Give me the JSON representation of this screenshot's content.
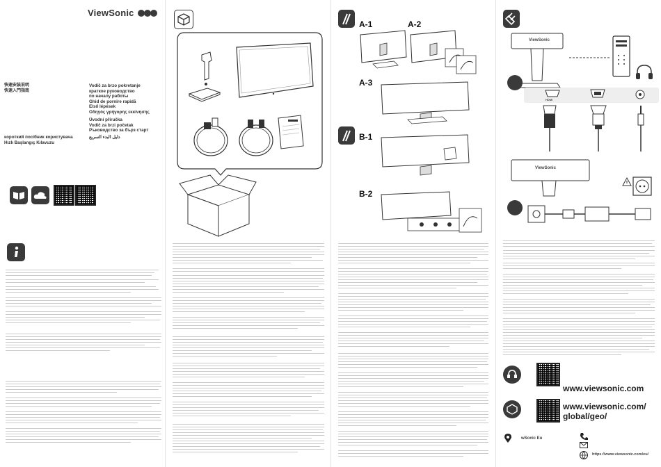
{
  "brand": "ViewSonic",
  "panel1": {
    "titles_left": [
      "快速安装说明",
      "快速入門指南"
    ],
    "titles_right": [
      "Vodič za brzo pokretanje",
      "краткое руководство",
      "по началу работы",
      "Ghid de pornire rapidă",
      "Első lépések",
      "Οδηγός γρήγορης εκκίνησης",
      "Úvodní příručka",
      "Vodič za brzi početak",
      "Ръководство за бърз старт"
    ],
    "titles_bottom": [
      "короткий посібник користувача",
      "Hızlı Başlangıç Kılavuzu"
    ],
    "title_arabic": "دليل البدء السريع"
  },
  "panel3": {
    "step_a1": "A-1",
    "step_a2": "A-2",
    "step_a3": "A-3",
    "step_b1": "B-1",
    "step_b2": "B-2"
  },
  "panel4": {
    "monitor_brand": "ViewSonic",
    "port_hdmi": "HDMI",
    "url_main": "www.viewsonic.com",
    "url_geo_1": "www.viewsonic.com/",
    "url_geo_2": "global/geo/",
    "footer_location": "wSonic Eu",
    "footer_url": "https://www.viewsonic.com/eu/"
  },
  "colors": {
    "dark": "#3a3a3a",
    "line": "#c9c9c9"
  }
}
